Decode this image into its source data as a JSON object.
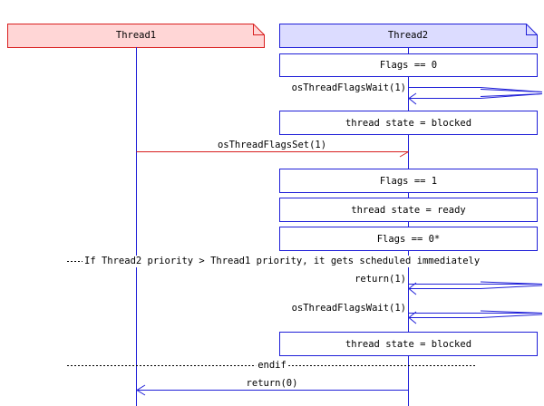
{
  "participants": {
    "thread1": {
      "name": "Thread1",
      "fill": "#ffd6d6",
      "stroke": "#d91f1f"
    },
    "thread2": {
      "name": "Thread2",
      "fill": "#dcdcff",
      "stroke": "#1f1fd8"
    }
  },
  "colors": {
    "lifeline": "#1f1fd8",
    "message": "#1f1fd8",
    "signal": "#d91f1f",
    "divider": "#000000"
  },
  "steps": {
    "flags_zero": "Flags == 0",
    "wait_call_1": "osThreadFlagsWait(1)",
    "state_blocked_1": "thread state = blocked",
    "set_call": "osThreadFlagsSet(1)",
    "flags_one": "Flags == 1",
    "state_ready": "thread state = ready",
    "flags_zero_star": "Flags == 0*",
    "priority_note": "If Thread2 priority > Thread1 priority, it gets scheduled immediately",
    "return_1": "return(1)",
    "wait_call_2": "osThreadFlagsWait(1)",
    "state_blocked_2": "thread state = blocked",
    "endif": "endif",
    "return_0": "return(0)"
  }
}
